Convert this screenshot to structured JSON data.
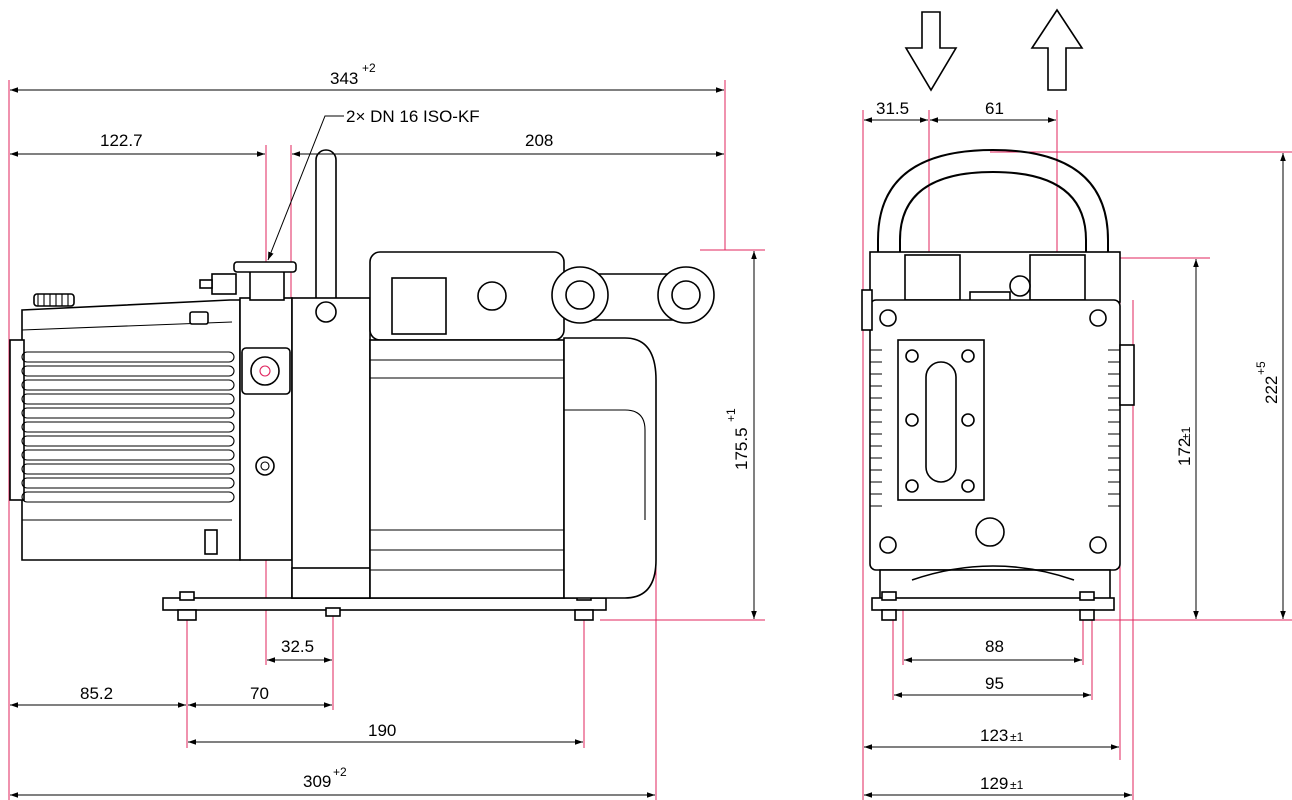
{
  "callout": {
    "flange_label": "2× DN 16 ISO-KF"
  },
  "dimensions": {
    "overall_length": "343",
    "overall_length_tol": "+2",
    "inlet_offset": "122.7",
    "handle_to_end": "208",
    "base_length": "309",
    "base_length_tol": "+2",
    "front_to_foot": "85.2",
    "foot_to_inlet": "70",
    "inlet_spacing": "32.5",
    "foot_spacing": "190",
    "height_side": "175.5",
    "height_side_tol": "+1",
    "side_left_offset": "31.5",
    "side_port_spacing": "61",
    "height_total": "222",
    "height_total_tol": "+5",
    "height_body": "172",
    "height_body_tol": "±1",
    "foot_inner": "88",
    "foot_outer": "95",
    "body_width": "123",
    "body_width_tol": "±1",
    "total_width": "129",
    "total_width_tol": "±1"
  },
  "flow_arrows": {
    "inlet": "arrow-down-icon",
    "outlet": "arrow-up-icon"
  },
  "colors": {
    "reference_lines": "#e0245e",
    "outline": "#000000"
  }
}
